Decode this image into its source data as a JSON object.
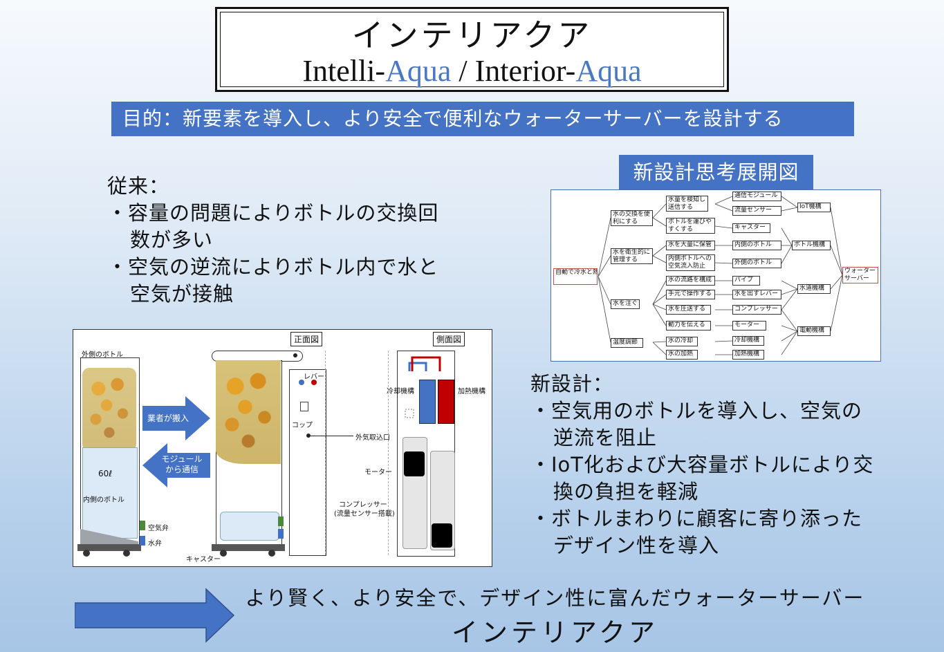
{
  "title": {
    "jp": "インテリアクア",
    "en_1": "Intelli-",
    "en_aqua_1": "Aqua",
    "en_2": " / Interior-",
    "en_aqua_2": "Aqua"
  },
  "purpose": "目的：新要素を導入し、より安全で便利なウォーターサーバーを設計する",
  "conventional": {
    "heading": "従来：",
    "items": [
      "・容量の問題によりボトルの交換回",
      "数が多い",
      "・空気の逆流によりボトル内で水と",
      "空気が接触"
    ]
  },
  "mind_map": {
    "title": "新設計思考展開図",
    "root": "自動で冷水と熱湯が出る",
    "level1": [
      "水の交換を便利にする",
      "水を衛生的に管理する",
      "水を注ぐ",
      "温度調節"
    ],
    "level2": [
      "水量を検知し送信する",
      "ボトルを運びやすくする",
      "水を大量に保管",
      "内側ボトルへの空気流入防止",
      "水の流路を構成",
      "手元で操作する",
      "水を圧送する",
      "動力を伝える",
      "水の冷却",
      "水の加熱"
    ],
    "level3": [
      "通信モジュール",
      "流量センサー",
      "キャスター",
      "内側のボトル",
      "外側のボトル",
      "パイプ",
      "水を出すレバー",
      "コンプレッサー",
      "モーター",
      "冷却機構",
      "加熱機構"
    ],
    "level4": [
      "IoT機構",
      "ボトル機構",
      "水道機構",
      "電動機構"
    ],
    "final": "ウォーターサーバー"
  },
  "diagram": {
    "front_view": "正面図",
    "side_view": "側面図",
    "outer_bottle": "外側のボトル",
    "carry_in": "業者が搬入",
    "module_comm": "モジュールから通信",
    "capacity": "60ℓ",
    "inner_bottle": "内側のボトル",
    "air_valve": "空気弁",
    "water_valve": "水弁",
    "caster": "キャスター",
    "lever": "レバー",
    "cup": "コップ",
    "air_intake": "外気取込口",
    "cooling": "冷却機構",
    "heating": "加熱機構",
    "motor": "モーター",
    "compressor": "コンプレッサー",
    "compressor_note": "(流量センサー搭載)"
  },
  "new_design": {
    "heading": "新設計：",
    "items": [
      "・空気用のボトルを導入し、空気の",
      "逆流を阻止",
      "・IoT化および大容量ボトルにより交",
      "換の負担を軽減",
      "・ボトルまわりに顧客に寄り添った",
      "デザイン性を導入"
    ]
  },
  "conclusion": {
    "line1": "より賢く、より安全で、デザイン性に富んだウォーターサーバー",
    "line2": "インテリアクア"
  },
  "colors": {
    "accent": "#4472c4",
    "cooling": "#4472c4",
    "heating": "#c00000",
    "arrow": "#4472c4"
  }
}
